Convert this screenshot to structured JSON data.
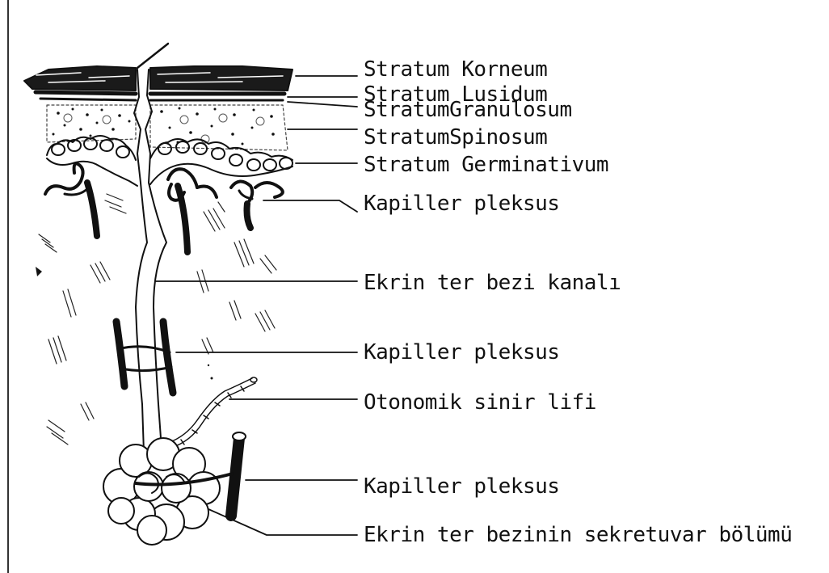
{
  "labels": {
    "stratum_korneum": "Stratum Korneum",
    "stratum_lusidum": "Stratum Lusidum",
    "stratum_granulosum": "StratumGranulosum",
    "stratum_spinosum": "StratumSpinosum",
    "stratum_germinativum": "Stratum Germinativum",
    "kapiller_pleksus_1": "Kapiller pleksus",
    "ekrin_ter_bezi_kanali": "Ekrin ter bezi kanalı",
    "kapiller_pleksus_2": "Kapiller pleksus",
    "otonomik_sinir_lifi": "Otonomik sinir lifi",
    "kapiller_pleksus_3": "Kapiller pleksus",
    "sekretuvar_bolumu": "Ekrin ter bezinin sekretuvar bölümü"
  }
}
